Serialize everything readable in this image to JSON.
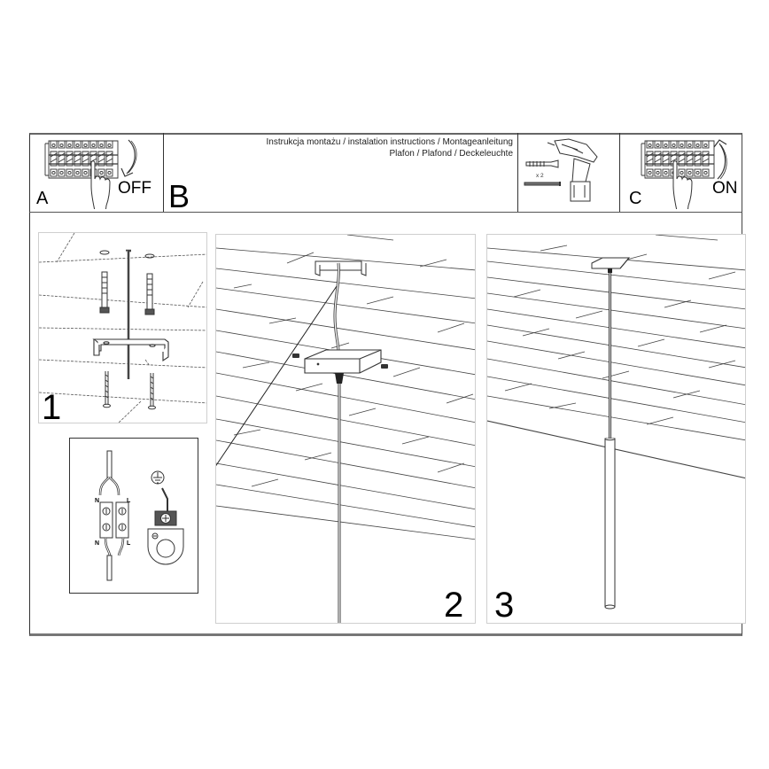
{
  "header": {
    "title_line1": "Instrukcja montażu / instalation instructions / Montageanleitung",
    "title_line2": "Plafon / Plafond / Deckeleuchte"
  },
  "step_a": {
    "letter": "A",
    "label": "OFF",
    "icons": [
      "circuit-breaker-icon",
      "hand-icon",
      "arrow-down-curved-icon"
    ]
  },
  "step_b": {
    "letter": "B"
  },
  "tools": {
    "quantity_label": "x 2",
    "icons": [
      "drill-icon",
      "wall-plug-icon",
      "screw-icon"
    ]
  },
  "step_c": {
    "letter": "C",
    "label": "ON",
    "icons": [
      "circuit-breaker-icon",
      "hand-icon",
      "arrow-up-curved-icon"
    ]
  },
  "panels": [
    {
      "number": "1",
      "description": "ceiling bracket mounting with wall plugs and screws"
    },
    {
      "number": "2",
      "description": "canopy attached to bracket, cable hanging"
    },
    {
      "number": "3",
      "description": "pendant lamp tube hanging from ceiling"
    }
  ],
  "wiring_inset": {
    "terminal_labels_top": [
      "N",
      "L"
    ],
    "terminal_labels_bottom": [
      "N",
      "L"
    ],
    "ground_symbol": "⏚"
  },
  "colors": {
    "frame": "#333333",
    "panel_border": "#cfcfcf",
    "line_art": "#444444",
    "background": "#ffffff"
  }
}
